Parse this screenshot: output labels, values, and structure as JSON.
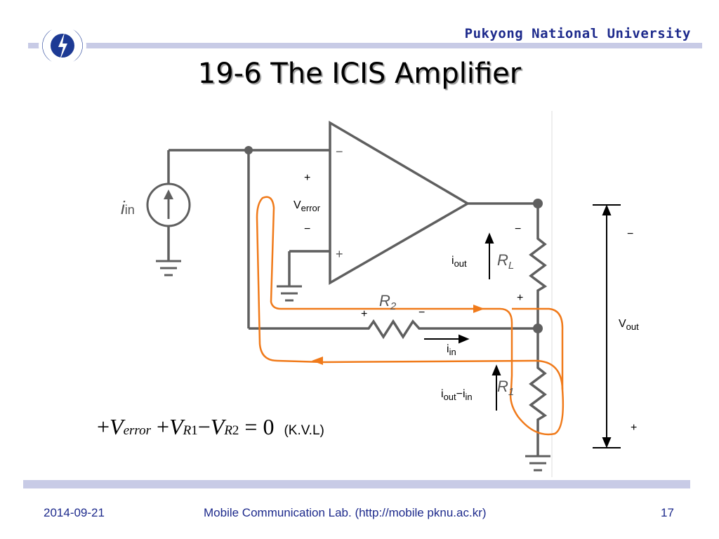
{
  "header": {
    "university": "Pukyong National University"
  },
  "slide": {
    "title": "19-6 The ICIS Amplifier"
  },
  "circuit": {
    "source_i": "i",
    "source_i_sub": "in",
    "error_plus": "+",
    "error_v": "V",
    "error_v_sub": "error",
    "error_minus": "−",
    "opamp_minus": "−",
    "opamp_plus": "+",
    "rl_minus": "−",
    "rl_plus": "+",
    "iout_i": "i",
    "iout_sub": "out",
    "rl_label": "R",
    "rl_sub": "L",
    "r2_label": "R",
    "r2_sub": "2",
    "r2_plus": "+",
    "r2_minus": "−",
    "iin_i": "i",
    "iin_sub": "in",
    "r1_label": "R",
    "r1_sub": "1",
    "iout_in_i1": "i",
    "iout_in_sub1": "out",
    "iout_in_i2": "−i",
    "iout_in_sub2": "in",
    "vout_v": "V",
    "vout_sub": "out",
    "vout_minus": "−",
    "vout_plus": "+",
    "colors": {
      "loop": "#f07a1a",
      "wire": "#5f5f5f"
    }
  },
  "equation": {
    "t1": "+",
    "t2": "V",
    "t3": "error",
    "t4": "+",
    "t5": "V",
    "t6": "R",
    "t7": "1",
    "t8": "−",
    "t9": "V",
    "t10": "R",
    "t11": "2",
    "t12": "= 0",
    "note": "(K.V.L)"
  },
  "footer": {
    "date": "2014-09-21",
    "center": "Mobile Communication Lab. (http://mobile pknu.ac.kr)",
    "page": "17"
  }
}
